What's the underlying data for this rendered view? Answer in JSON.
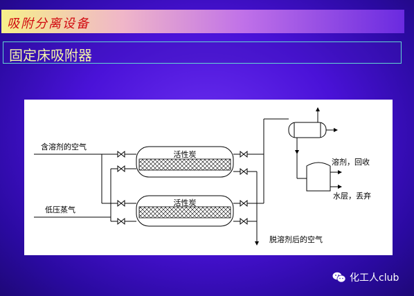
{
  "header": {
    "title": "吸附分离设备"
  },
  "slide": {
    "title": "固定床吸附器"
  },
  "diagram": {
    "inlet_air_label": "含溶剂的空气",
    "steam_label": "低压蒸气",
    "adsorber_top_label": "活性炭",
    "adsorber_bottom_label": "活性炭",
    "solvent_label": "溶剂，回收",
    "water_label": "水层，丢弃",
    "outlet_air_label": "脱溶剂后的空气"
  },
  "watermark": {
    "text": "化工人club",
    "icon": "wechat-icon"
  }
}
